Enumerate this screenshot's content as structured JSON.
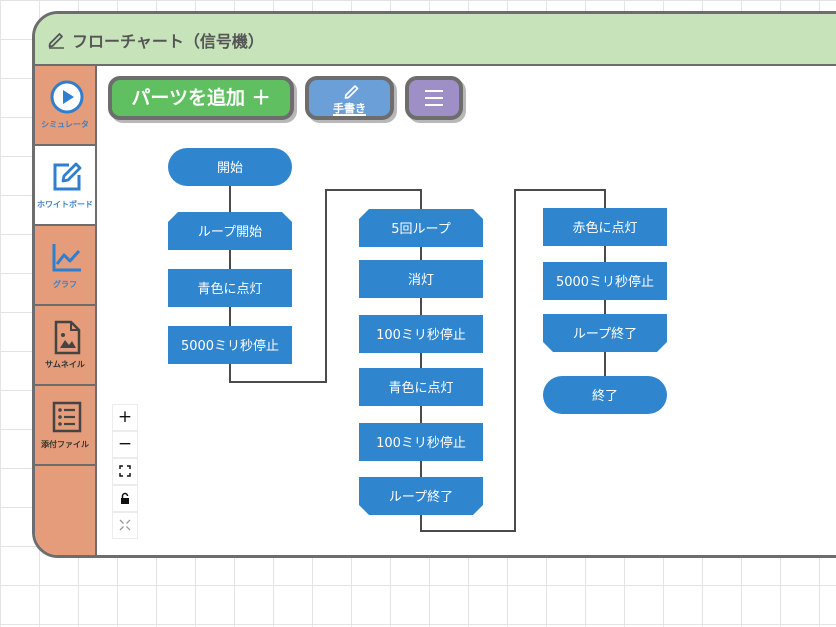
{
  "window": {
    "title": "フローチャート（信号機）",
    "title_icon": "pencil-icon"
  },
  "sidebar": {
    "items": [
      {
        "label": "シミュレータ",
        "icon": "play-circle-icon",
        "active": false
      },
      {
        "label": "ホワイトボード",
        "icon": "whiteboard-edit-icon",
        "active": true
      },
      {
        "label": "グラフ",
        "icon": "chart-line-icon",
        "active": false
      },
      {
        "label": "サムネイル",
        "icon": "image-file-icon",
        "active": false
      },
      {
        "label": "添付ファイル",
        "icon": "list-file-icon",
        "active": false
      }
    ]
  },
  "toolbar": {
    "add_parts_label": "パーツを追加 ＋",
    "handwriting_label": "手書き",
    "menu_icon": "hamburger-icon"
  },
  "zoom_controls": {
    "zoom_in": "+",
    "zoom_out": "−",
    "fit_icon": "fit-screen-icon",
    "lock_icon": "lock-icon",
    "shrink_icon": "shrink-icon"
  },
  "colors": {
    "titlebar": "#c6e3b9",
    "sidebar": "#e49c7a",
    "node": "#2f86cf",
    "add_button": "#60bf60",
    "handwriting_button": "#6b9fd8",
    "menu_button": "#9e8fc6"
  },
  "flowchart": {
    "nodes": [
      {
        "id": "start",
        "label": "開始",
        "shape": "terminal"
      },
      {
        "id": "loop1_start",
        "label": "ループ開始",
        "shape": "loop-start"
      },
      {
        "id": "blue_on1",
        "label": "青色に点灯",
        "shape": "process"
      },
      {
        "id": "wait5000_1",
        "label": "5000ミリ秒停止",
        "shape": "process"
      },
      {
        "id": "loop5_start",
        "label": "5回ループ",
        "shape": "loop-start"
      },
      {
        "id": "off",
        "label": "消灯",
        "shape": "process"
      },
      {
        "id": "wait100_1",
        "label": "100ミリ秒停止",
        "shape": "process"
      },
      {
        "id": "blue_on2",
        "label": "青色に点灯",
        "shape": "process"
      },
      {
        "id": "wait100_2",
        "label": "100ミリ秒停止",
        "shape": "process"
      },
      {
        "id": "loop5_end",
        "label": "ループ終了",
        "shape": "loop-end"
      },
      {
        "id": "red_on",
        "label": "赤色に点灯",
        "shape": "process"
      },
      {
        "id": "wait5000_2",
        "label": "5000ミリ秒停止",
        "shape": "process"
      },
      {
        "id": "loop1_end",
        "label": "ループ終了",
        "shape": "loop-end"
      },
      {
        "id": "end",
        "label": "終了",
        "shape": "terminal"
      }
    ]
  }
}
